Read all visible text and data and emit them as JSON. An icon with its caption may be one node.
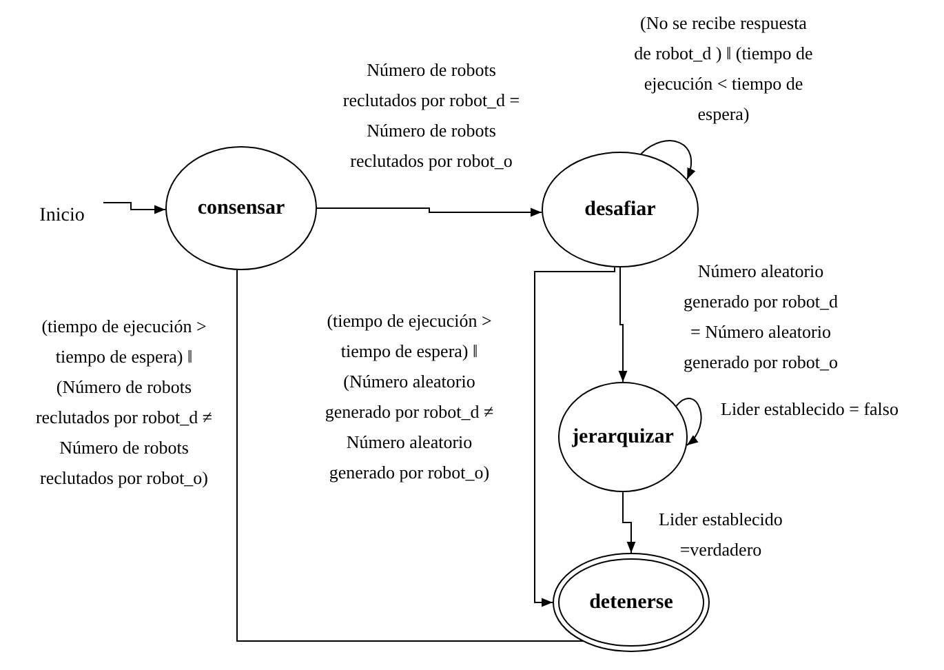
{
  "diagram": {
    "nodes": [
      {
        "text": [
          "Inicio"
        ]
      },
      {
        "text": [
          "consensar"
        ]
      },
      {
        "text": [
          "desafiar"
        ]
      },
      {
        "text": [
          "jerarquizar"
        ]
      },
      {
        "text": [
          "detenerse"
        ]
      }
    ],
    "edges": [
      {
        "from": 0,
        "to": 1,
        "arrow": "to"
      },
      {
        "from": 1,
        "to": 2,
        "arrow": "to",
        "label": "Número de robots reclutados por robot_d = Número de robots reclutados por robot_o"
      },
      {
        "from": 2,
        "to": 2,
        "arrow": "to",
        "label": "(No se recibe respuesta de robot_d ) ‖ (tiempo de ejecución < tiempo de espera)"
      },
      {
        "from": 2,
        "to": 3,
        "arrow": "to",
        "label": "Número aleatorio generado por robot_d = Número aleatorio generado por robot_o"
      },
      {
        "from": 2,
        "to": 4,
        "arrow": "to",
        "label": "(tiempo de ejecución > tiempo de espera) ‖ (Número aleatorio generado por robot_d ≠ Número aleatorio generado por robot_o)"
      },
      {
        "from": 3,
        "to": 3,
        "arrow": "to",
        "label": "Lider establecido = falso"
      },
      {
        "from": 3,
        "to": 4,
        "arrow": "to",
        "label": "Lider establecido =verdadero"
      },
      {
        "from": 1,
        "to": 4,
        "arrow": "to",
        "label": "(tiempo de ejecución > tiempo de espera) ‖ (Número de robots reclutados por robot_d ≠ Número de robots reclutados por robot_o)"
      }
    ]
  }
}
